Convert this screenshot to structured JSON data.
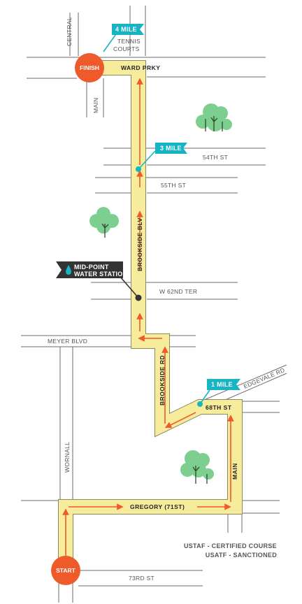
{
  "colors": {
    "route_fill": "#f7ec9c",
    "route_outline": "#8a8a60",
    "arrow": "#ef5a2a",
    "marker": "#17b5c4",
    "start_finish": "#ef5a2a",
    "tree": "#7ccf8e",
    "water_station_bg": "#333333",
    "water_drop": "#17b5c4"
  },
  "icons": {
    "tree": "tree-icon",
    "water": "water-drop-icon",
    "flag": "flag-icon"
  },
  "streets": {
    "central": "CENTRAL",
    "main_north": "MAIN",
    "tennis_courts": "TENNIS COURTS",
    "ward_prky": "WARD PRKY",
    "st_54th": "54TH ST",
    "st_55th": "55TH ST",
    "brookside_blv": "BROOKSIDE BLV",
    "w_62nd_ter": "W 62ND TER",
    "meyer_blvd": "MEYER BLVD",
    "brookside_rd": "BROOKSIDE RD",
    "edgevale_rd": "EDGEVALE RD",
    "st_68th": "68TH ST",
    "wornall": "WORNALL",
    "main_south": "MAIN",
    "gregory": "GREGORY (71ST)",
    "st_73rd": "73RD ST"
  },
  "markers": {
    "mile_1": "1 MILE",
    "mile_3": "3 MILE",
    "mile_4": "4 MILE",
    "finish": "FINISH",
    "start": "START",
    "water_line1": "MID-POINT",
    "water_line2": "WATER STATION"
  },
  "notes": {
    "line1": "USTAF - CERTIFIED COURSE",
    "line2": "USATF - SANCTIONED"
  }
}
